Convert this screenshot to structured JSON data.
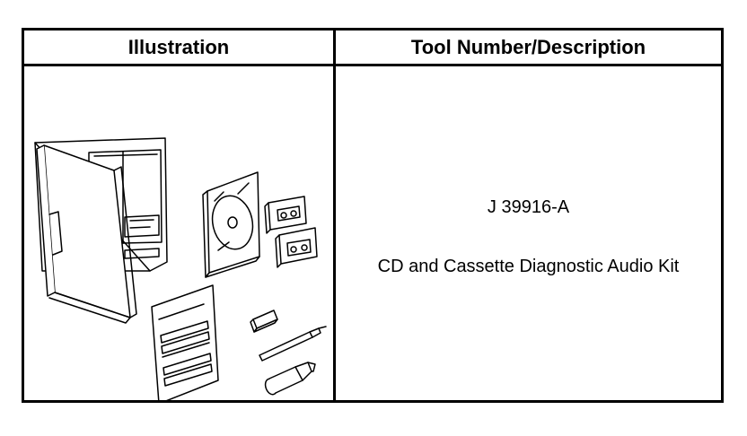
{
  "table": {
    "headers": {
      "illustration": "Illustration",
      "tool": "Tool Number/Description"
    },
    "row": {
      "tool_number": "J 39916-A",
      "description": "CD and Cassette Diagnostic Audio Kit"
    }
  },
  "illustration": {
    "items": [
      "binder-case-icon",
      "cd-case-icon",
      "cassette-icon",
      "instruction-sheet-icon",
      "adapter-plug-icon",
      "probe-lead-icon",
      "connector-icon"
    ]
  }
}
